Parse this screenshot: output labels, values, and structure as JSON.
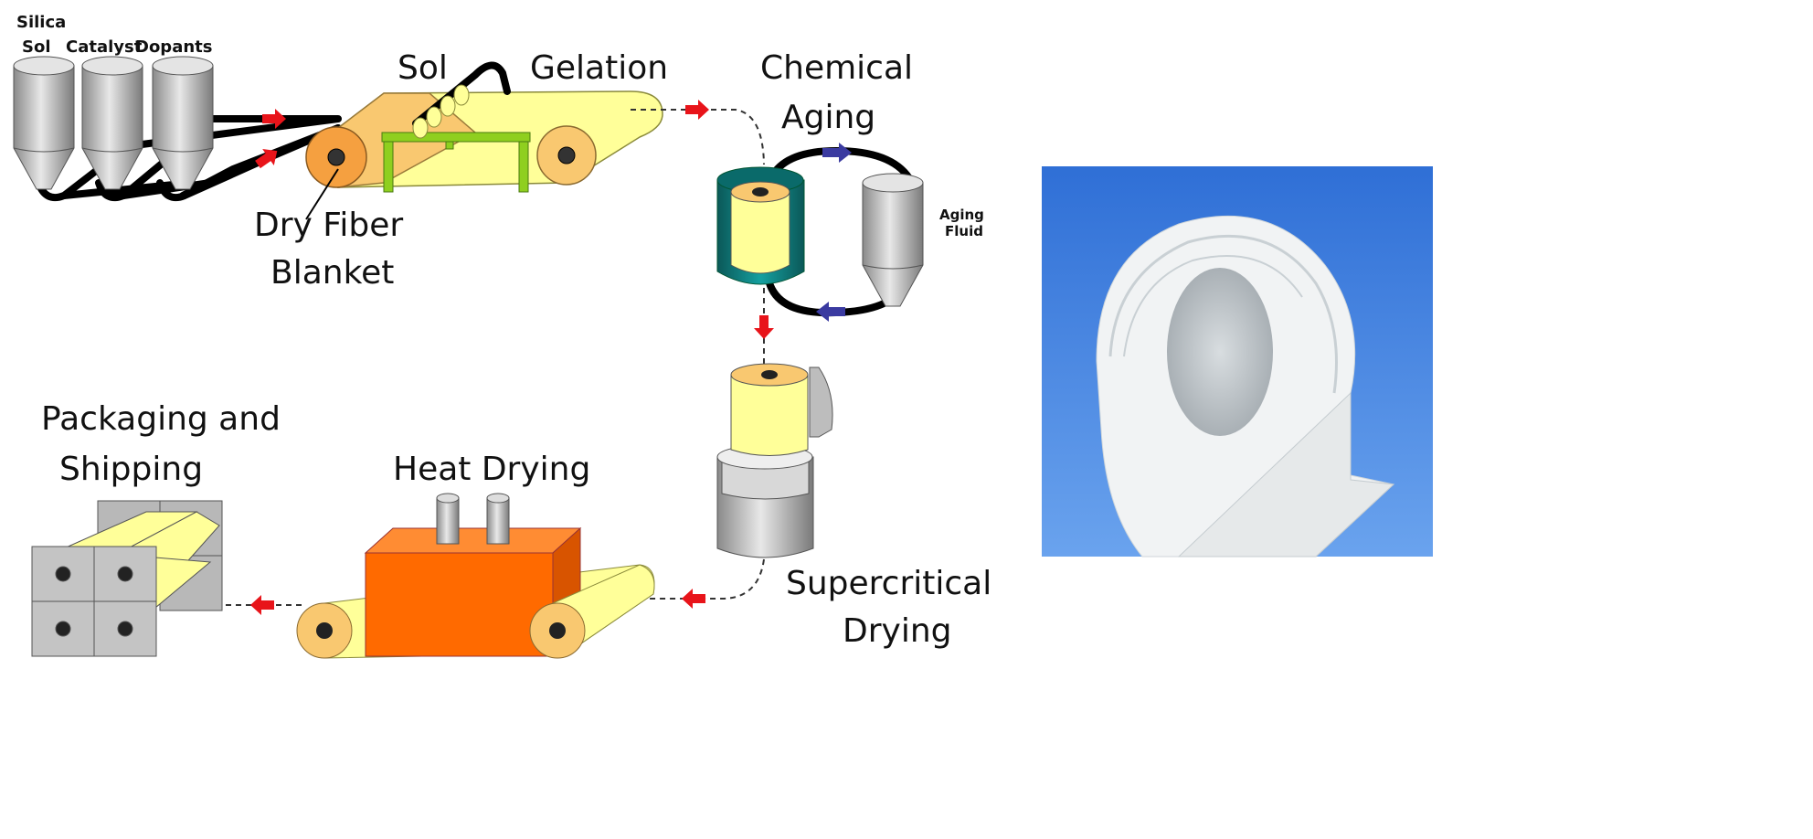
{
  "labels": {
    "silica": "Silica",
    "sol_tank": "Sol",
    "catalyst": "Catalyst",
    "dopants": "Dopants",
    "sol": "Sol",
    "gelation": "Gelation",
    "chemical": "Chemical",
    "aging": "Aging",
    "aging_fluid_1": "Aging",
    "aging_fluid_2": "Fluid",
    "dry_fiber": "Dry Fiber",
    "blanket": "Blanket",
    "supercritical": "Supercritical",
    "drying": "Drying",
    "heat_drying": "Heat Drying",
    "packaging": "Packaging and",
    "shipping": "Shipping"
  },
  "colors": {
    "flow_arrow": "#e8141a",
    "loop_arrow": "#3a3aa0",
    "blanket": "#ffff99",
    "roller": "#f5a040",
    "table": "#8fcf1f",
    "aging_vessel": "#0f7f7f",
    "oven": "#ff6a00",
    "silo": "#b8b8b8",
    "sky": "#3b78d8"
  }
}
